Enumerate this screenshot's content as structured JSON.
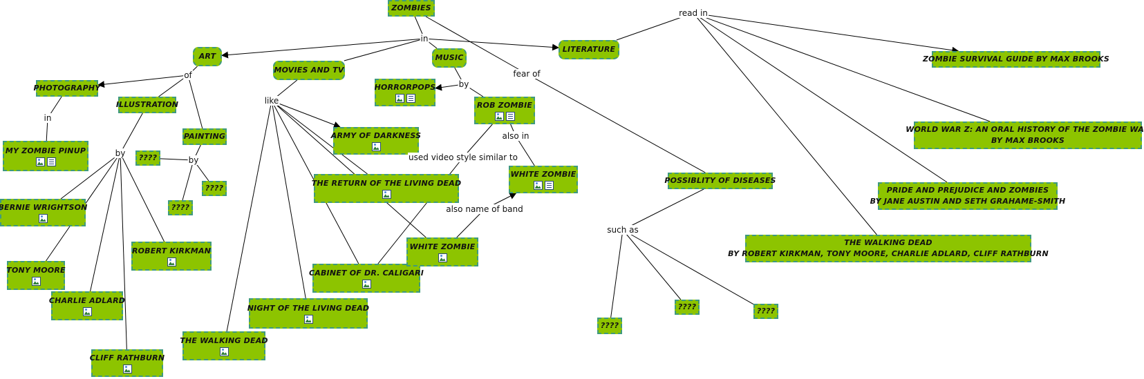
{
  "nodes": [
    {
      "id": "zombies",
      "label": "Zombies",
      "rounded": false,
      "icons": []
    },
    {
      "id": "art",
      "label": "Art",
      "rounded": true,
      "icons": []
    },
    {
      "id": "movies",
      "label": "Movies and TV",
      "rounded": true,
      "icons": []
    },
    {
      "id": "music",
      "label": "Music",
      "rounded": true,
      "icons": []
    },
    {
      "id": "literature",
      "label": "Literature",
      "rounded": true,
      "icons": []
    },
    {
      "id": "photography",
      "label": "Photography",
      "rounded": false,
      "icons": []
    },
    {
      "id": "illustration",
      "label": "Illustration",
      "rounded": false,
      "icons": []
    },
    {
      "id": "painting",
      "label": "Painting",
      "rounded": false,
      "icons": []
    },
    {
      "id": "myzombiepinup",
      "label": "My Zombie Pinup",
      "rounded": false,
      "icons": [
        "image-icon",
        "document-icon"
      ]
    },
    {
      "id": "q1",
      "label": "????",
      "rounded": false,
      "icons": []
    },
    {
      "id": "q2",
      "label": "????",
      "rounded": false,
      "icons": []
    },
    {
      "id": "q3",
      "label": "????",
      "rounded": false,
      "icons": []
    },
    {
      "id": "bernie",
      "label": "Bernie Wrightson",
      "rounded": false,
      "icons": [
        "image-icon"
      ]
    },
    {
      "id": "tonymoore",
      "label": "Tony Moore",
      "rounded": false,
      "icons": [
        "image-icon"
      ]
    },
    {
      "id": "charlie",
      "label": "Charlie Adlard",
      "rounded": false,
      "icons": [
        "image-icon"
      ]
    },
    {
      "id": "cliff",
      "label": "Cliff Rathburn",
      "rounded": false,
      "icons": [
        "image-icon"
      ]
    },
    {
      "id": "kirkman",
      "label": "Robert Kirkman",
      "rounded": false,
      "icons": [
        "image-icon"
      ]
    },
    {
      "id": "walkingtv",
      "label": "The Walking Dead",
      "rounded": false,
      "icons": [
        "image-icon"
      ]
    },
    {
      "id": "nightliving",
      "label": "Night of the Living Dead",
      "rounded": false,
      "icons": [
        "image-icon"
      ]
    },
    {
      "id": "caligari",
      "label": "Cabinet of Dr. Caligari",
      "rounded": false,
      "icons": [
        "image-icon"
      ]
    },
    {
      "id": "returnliving",
      "label": "The Return of the Living Dead",
      "rounded": false,
      "icons": [
        "image-icon"
      ]
    },
    {
      "id": "armydark",
      "label": "Army of Darkness",
      "rounded": false,
      "icons": [
        "image-icon"
      ]
    },
    {
      "id": "horrorpops",
      "label": "HorrorPops",
      "rounded": false,
      "icons": [
        "image-icon",
        "document-icon"
      ]
    },
    {
      "id": "robzombie",
      "label": "Rob Zombie",
      "rounded": false,
      "icons": [
        "image-icon",
        "document-icon"
      ]
    },
    {
      "id": "whitezombie1",
      "label": "White Zombie",
      "rounded": false,
      "icons": [
        "image-icon",
        "document-icon"
      ]
    },
    {
      "id": "whitezombie2",
      "label": "White Zombie",
      "rounded": false,
      "icons": [
        "image-icon"
      ]
    },
    {
      "id": "diseases",
      "label": "Possiblity of diseases",
      "rounded": false,
      "icons": []
    },
    {
      "id": "q4",
      "label": "????",
      "rounded": false,
      "icons": []
    },
    {
      "id": "q5",
      "label": "????",
      "rounded": false,
      "icons": []
    },
    {
      "id": "q6",
      "label": "????",
      "rounded": false,
      "icons": []
    },
    {
      "id": "survival",
      "label": "Zombie Survival Guide by Max Brooks",
      "rounded": false,
      "icons": []
    },
    {
      "id": "wwz",
      "label": "World War Z: An Oral History of the Zombie War\nby Max Brooks",
      "rounded": false,
      "icons": []
    },
    {
      "id": "pride",
      "label": "Pride and Prejudice and Zombies\nby Jane Austin and Seth Grahame-Smith",
      "rounded": false,
      "icons": []
    },
    {
      "id": "walkingbook",
      "label": "The Walking Dead\nby Robert Kirkman, Tony Moore, Charlie Adlard, Cliff Rathburn",
      "rounded": false,
      "icons": []
    }
  ],
  "phrases": [
    {
      "id": "p_in",
      "label": "in"
    },
    {
      "id": "p_of",
      "label": "of"
    },
    {
      "id": "p_in2",
      "label": "in"
    },
    {
      "id": "p_by_ill",
      "label": "by"
    },
    {
      "id": "p_by_paint",
      "label": "by"
    },
    {
      "id": "p_like",
      "label": "like"
    },
    {
      "id": "p_by_music",
      "label": "by"
    },
    {
      "id": "p_alsoin",
      "label": "also in"
    },
    {
      "id": "p_usedvideo",
      "label": "used video style similar to"
    },
    {
      "id": "p_alsoname",
      "label": "also name of band"
    },
    {
      "id": "p_fearof",
      "label": "fear of"
    },
    {
      "id": "p_suchas",
      "label": "such as"
    },
    {
      "id": "p_readin",
      "label": "read in"
    }
  ]
}
